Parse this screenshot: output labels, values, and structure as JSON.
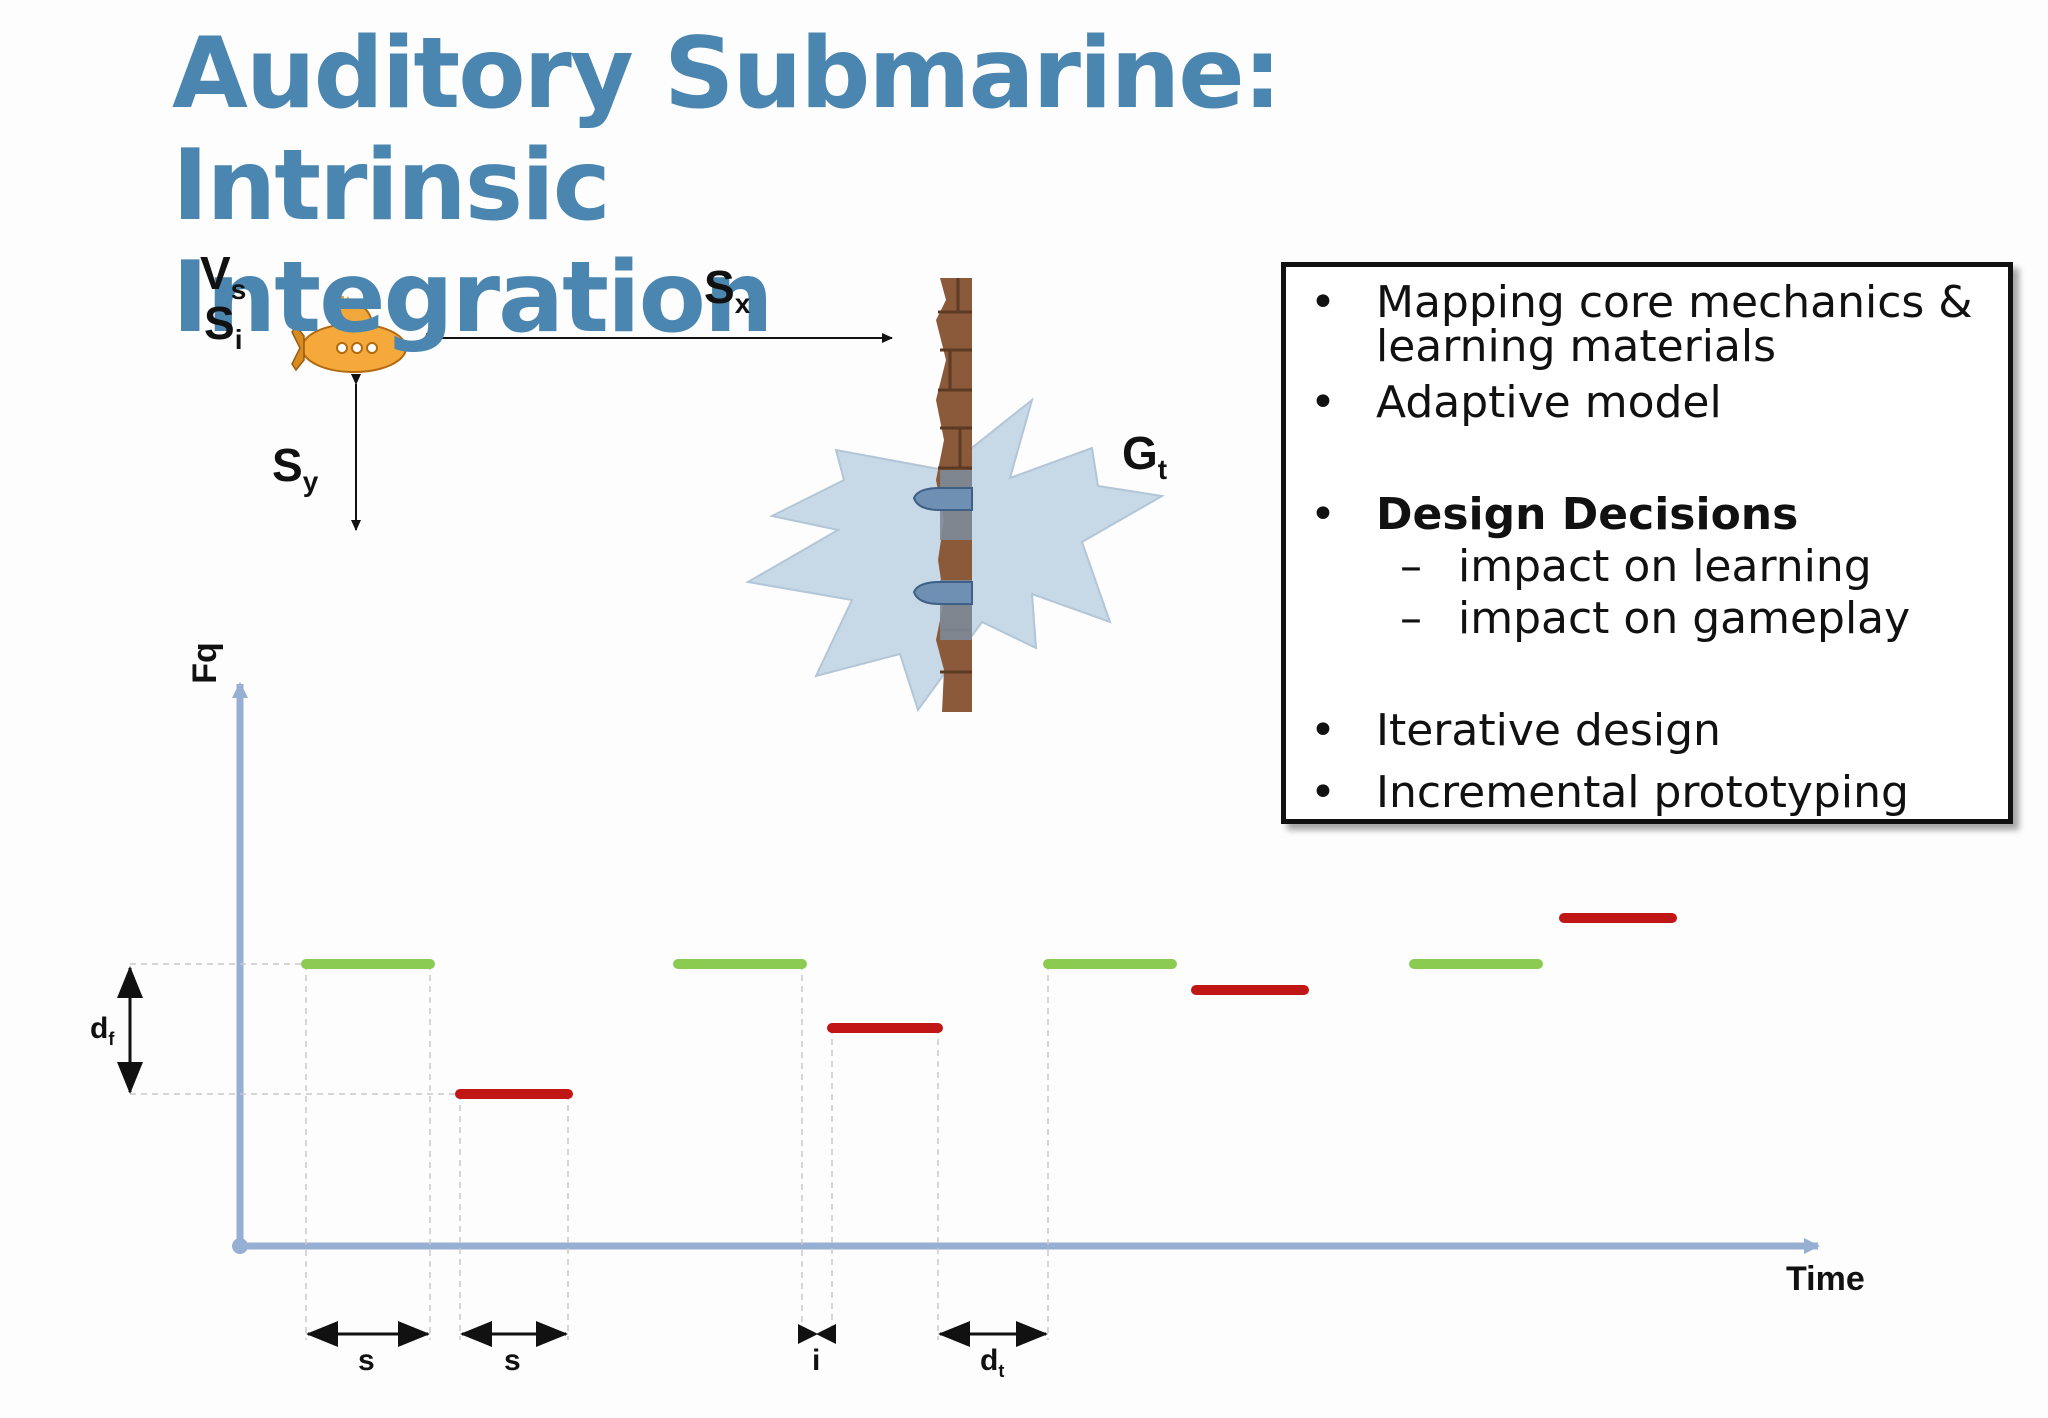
{
  "title": {
    "line1": "Auditory Submarine: Intrinsic",
    "line2": "Integration"
  },
  "labels": {
    "vs": "V",
    "vs_sub": "s",
    "si": "S",
    "si_sub": "i",
    "sx": "S",
    "sx_sub": "x",
    "sy": "S",
    "sy_sub": "y",
    "gt": "G",
    "gt_sub": "t",
    "fq": "Fq",
    "time": "Time",
    "df": "d",
    "df_sub": "f",
    "s1": "s",
    "s2": "s",
    "i": "i",
    "dt": "d",
    "dt_sub": "t"
  },
  "box": {
    "items": [
      {
        "bullet": "•",
        "text": "Mapping core mechanics & learning materials"
      },
      {
        "bullet": "•",
        "text": "Adaptive model"
      },
      {
        "bullet": "•",
        "text": "Design Decisions"
      },
      {
        "bullet": "–",
        "text": "impact on learning"
      },
      {
        "bullet": "–",
        "text": "impact on gameplay"
      },
      {
        "bullet": "•",
        "text": "Iterative design"
      },
      {
        "bullet": "•",
        "text": "Incremental prototyping"
      }
    ]
  },
  "colors": {
    "title": "#4a86b0",
    "axis": "#97afd2",
    "green_tone": "#8ccb52",
    "red_tone": "#c01616",
    "burst": "#c7d8e6",
    "brick": "#8a5a3a"
  },
  "icons": {
    "submarine": "submarine-icon",
    "wall": "brick-wall-icon",
    "burst": "explosion-burst-icon"
  },
  "chart_data": {
    "type": "timeline",
    "tones": [
      {
        "kind": "target",
        "level": "high",
        "color": "green"
      },
      {
        "kind": "probe",
        "level": "low",
        "color": "red"
      },
      {
        "kind": "target",
        "level": "high",
        "color": "green"
      },
      {
        "kind": "probe",
        "level": "mid-low",
        "color": "red"
      },
      {
        "kind": "target",
        "level": "high",
        "color": "green"
      },
      {
        "kind": "probe",
        "level": "mid",
        "color": "red"
      },
      {
        "kind": "target",
        "level": "high",
        "color": "green"
      },
      {
        "kind": "probe",
        "level": "above-high",
        "color": "red"
      }
    ]
  }
}
